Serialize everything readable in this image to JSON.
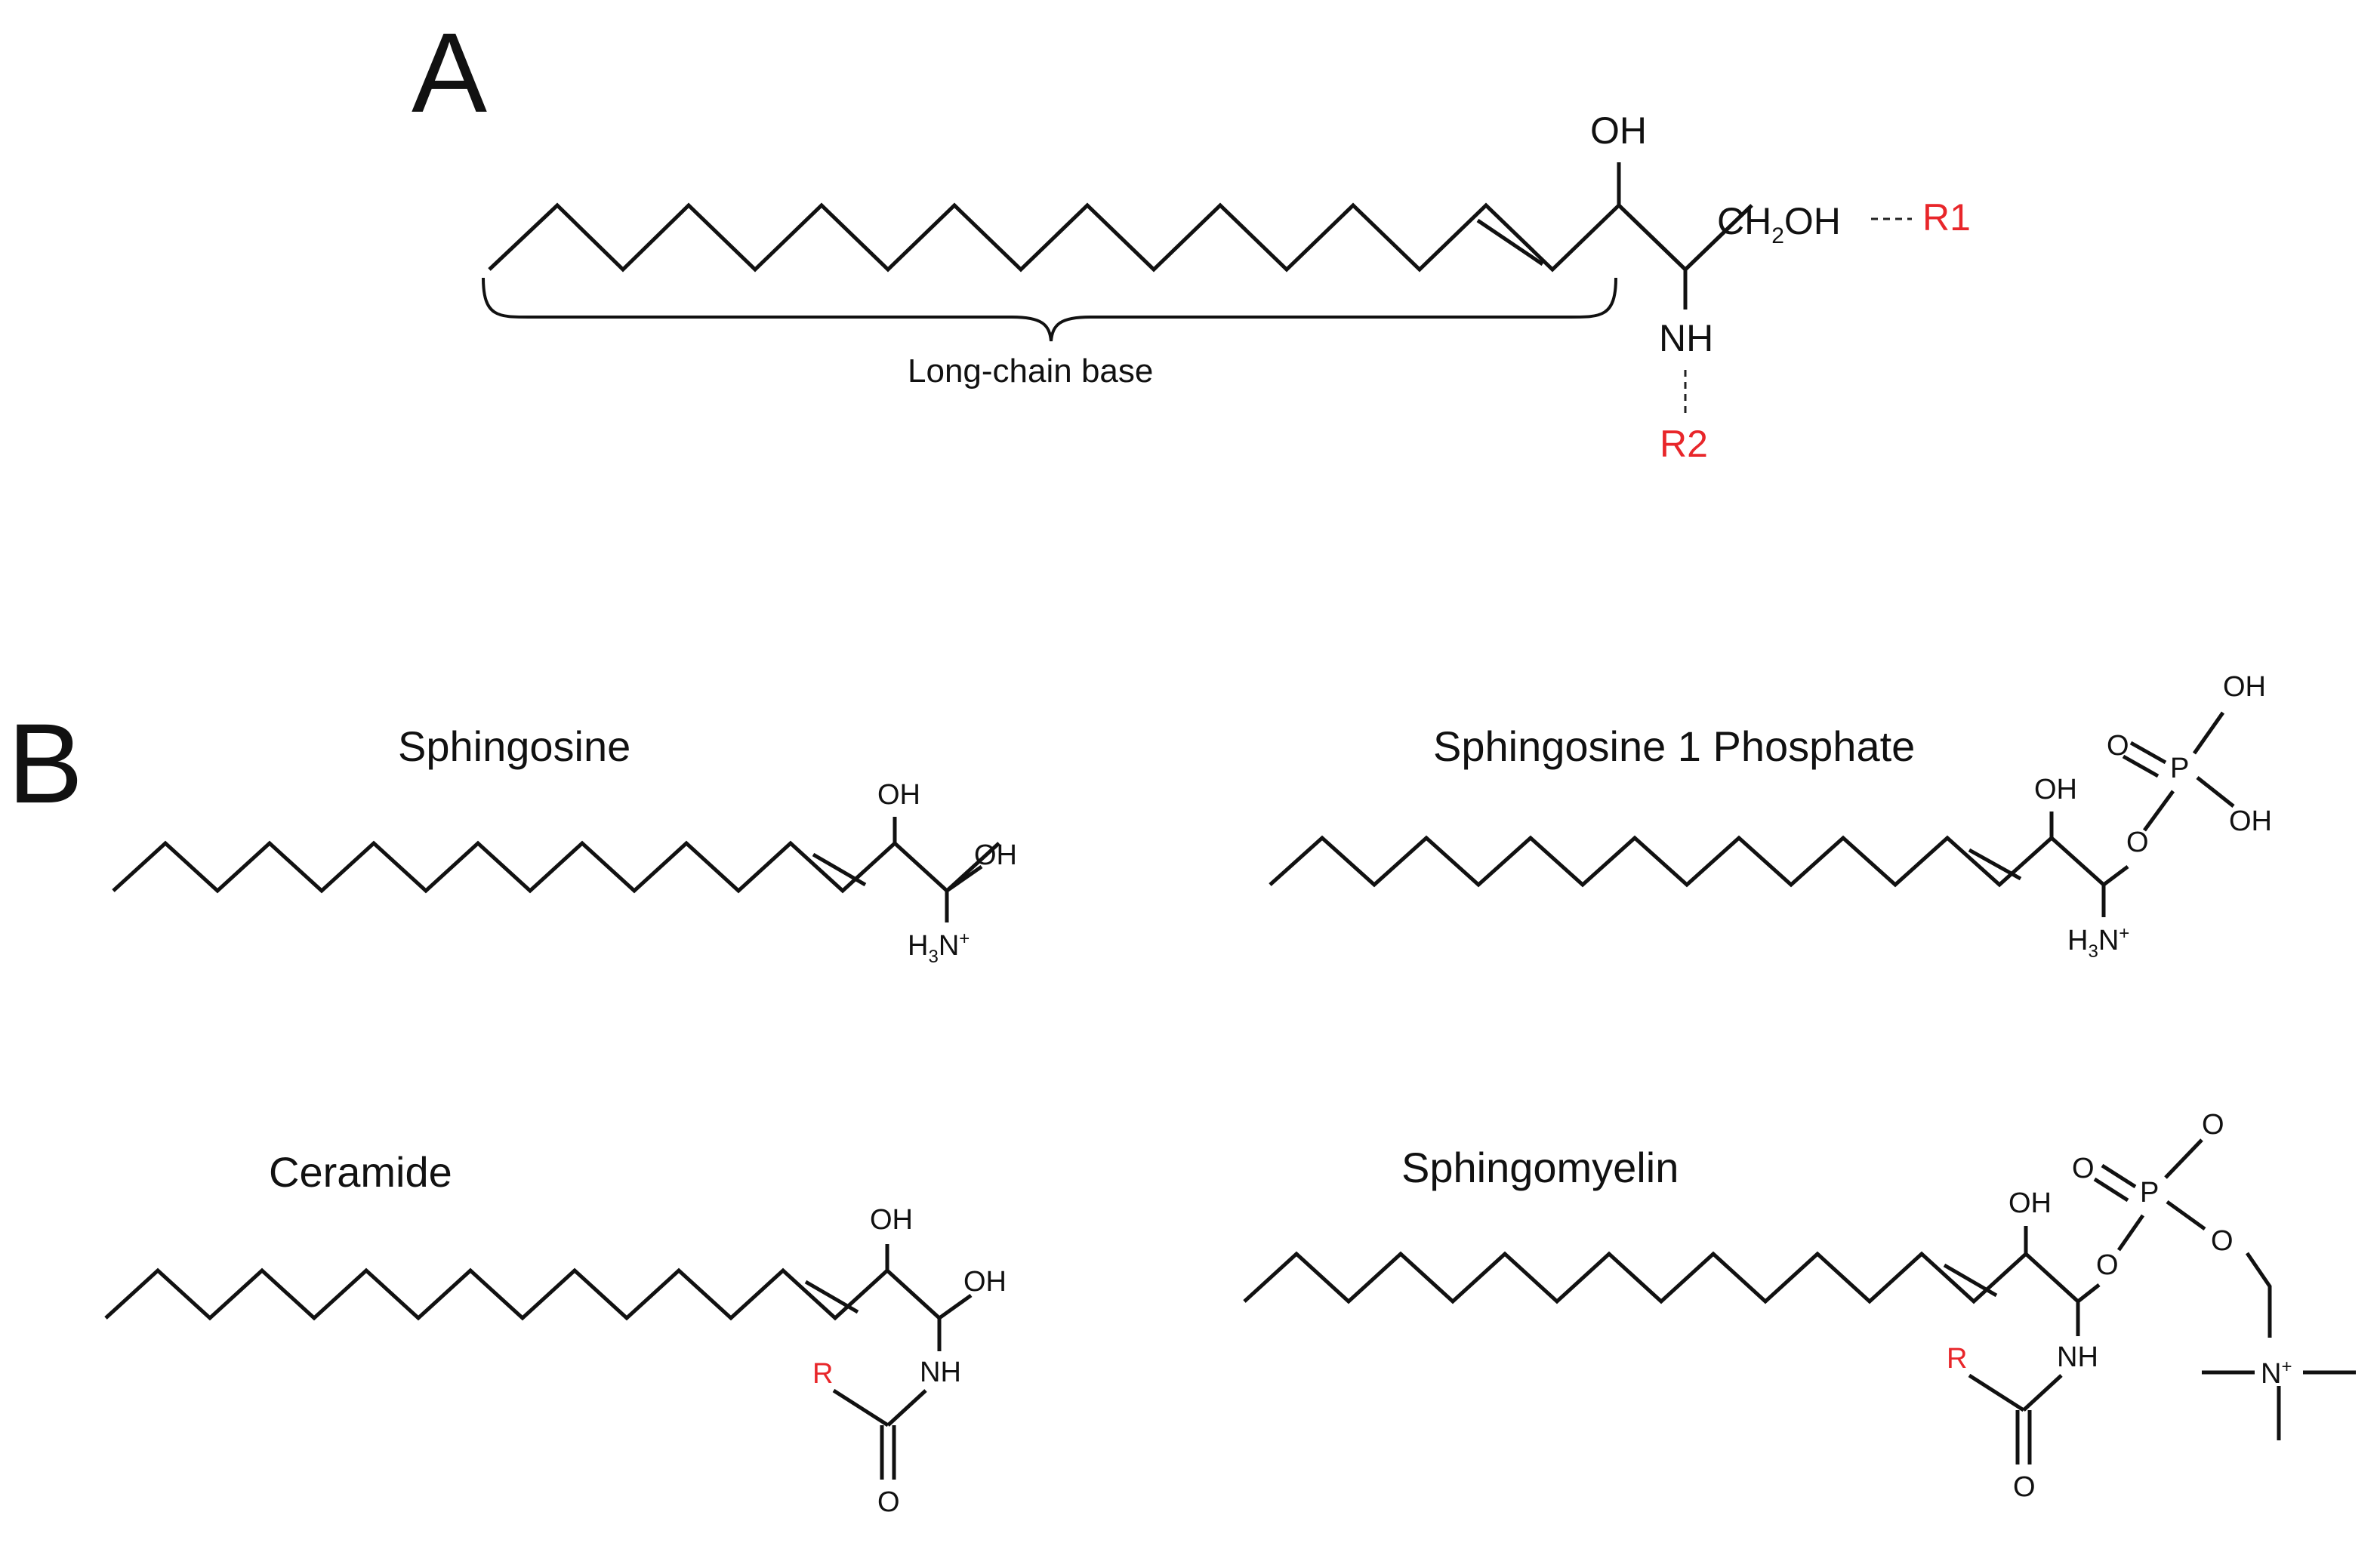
{
  "panel_a": {
    "panel_label": "A",
    "brace_label": "Long-chain base",
    "atoms": {
      "oh": "OH",
      "ch": "CH",
      "ch_sub": "2",
      "ch_oh": "OH",
      "nh": "NH",
      "r1": "R1",
      "r2": "R2"
    }
  },
  "panel_b": {
    "panel_label": "B",
    "sphingosine": {
      "title": "Sphingosine",
      "oh_top": "OH",
      "oh_right": "OH",
      "h3n": "H",
      "h3n_sub": "3",
      "h3n_tail": "N",
      "h3n_sup": "+"
    },
    "s1p": {
      "title": "Sphingosine 1 Phosphate",
      "oh_top": "OH",
      "o_link": "O",
      "p": "P",
      "o_double": "O",
      "oh_p1": "OH",
      "oh_p2": "OH",
      "h3n": "H",
      "h3n_sub": "3",
      "h3n_tail": "N",
      "h3n_sup": "+"
    },
    "ceramide": {
      "title": "Ceramide",
      "oh_top": "OH",
      "oh_right": "OH",
      "nh": "NH",
      "r": "R",
      "o": "O"
    },
    "sphingomyelin": {
      "title": "Sphingomyelin",
      "oh_top": "OH",
      "o_link": "O",
      "p": "P",
      "o_double": "O",
      "o_minus": "O",
      "o_ester": "O",
      "n": "N",
      "n_sup": "+",
      "nh": "NH",
      "r": "R",
      "o": "O"
    }
  },
  "colors": {
    "ink": "#111111",
    "r_group": "#e8262a"
  }
}
